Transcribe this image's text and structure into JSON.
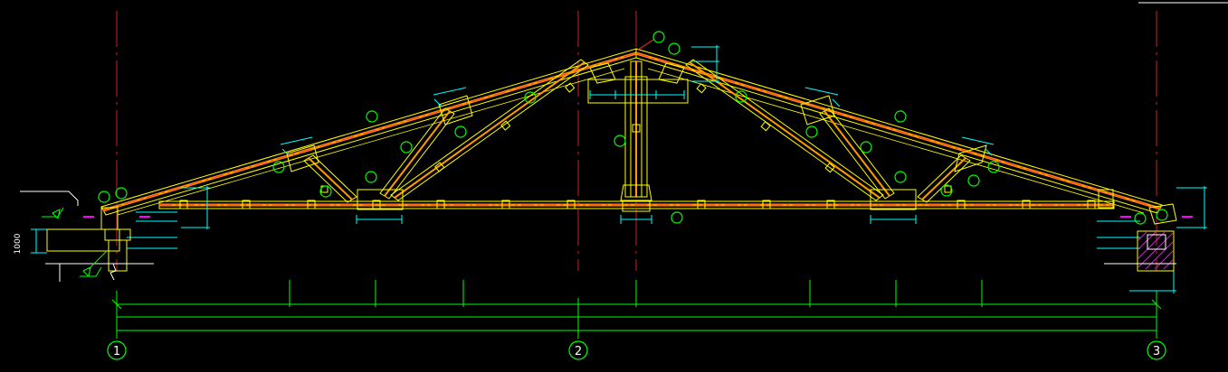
{
  "drawing": {
    "background": "#000000",
    "colors": {
      "rafter_outline": "#ffff00",
      "rafter_core": "#ff9900",
      "center_line": "#ff3333",
      "dimension": "#00ffff",
      "marker": "#00ff00",
      "axis": "#cc2222",
      "hatch": "#ff00ff",
      "label": "#ffffff"
    },
    "axes": [
      {
        "label": "1"
      },
      {
        "label": "2"
      },
      {
        "label": "3"
      }
    ],
    "dimensions": {
      "support_height": "1000"
    }
  }
}
